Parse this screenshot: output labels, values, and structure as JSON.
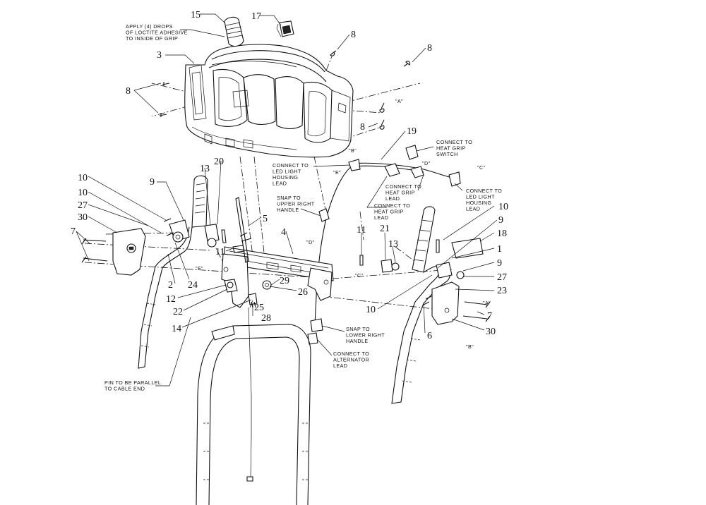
{
  "callouts": [
    {
      "id": "c15",
      "label": "15"
    },
    {
      "id": "c17",
      "label": "17"
    },
    {
      "id": "c3",
      "label": "3"
    },
    {
      "id": "c8a",
      "label": "8"
    },
    {
      "id": "c8b",
      "label": "8"
    },
    {
      "id": "c8c",
      "label": "8"
    },
    {
      "id": "c8d",
      "label": "8"
    },
    {
      "id": "c19",
      "label": "19"
    },
    {
      "id": "c10a",
      "label": "10"
    },
    {
      "id": "c10b",
      "label": "10"
    },
    {
      "id": "c9a",
      "label": "9"
    },
    {
      "id": "c13a",
      "label": "13"
    },
    {
      "id": "c20",
      "label": "20"
    },
    {
      "id": "c27a",
      "label": "27"
    },
    {
      "id": "c30a",
      "label": "30"
    },
    {
      "id": "c7a",
      "label": "7"
    },
    {
      "id": "c5",
      "label": "5"
    },
    {
      "id": "c4",
      "label": "4"
    },
    {
      "id": "c11a",
      "label": "11"
    },
    {
      "id": "c11b",
      "label": "11"
    },
    {
      "id": "c21",
      "label": "21"
    },
    {
      "id": "c13b",
      "label": "13"
    },
    {
      "id": "c10c",
      "label": "10"
    },
    {
      "id": "c9b",
      "label": "9"
    },
    {
      "id": "c18",
      "label": "18"
    },
    {
      "id": "c1",
      "label": "1"
    },
    {
      "id": "c9c",
      "label": "9"
    },
    {
      "id": "c27b",
      "label": "27"
    },
    {
      "id": "c23",
      "label": "23"
    },
    {
      "id": "c2",
      "label": "2"
    },
    {
      "id": "c24",
      "label": "24"
    },
    {
      "id": "c29",
      "label": "29"
    },
    {
      "id": "c26",
      "label": "26"
    },
    {
      "id": "c12",
      "label": "12"
    },
    {
      "id": "c25",
      "label": "25"
    },
    {
      "id": "c22",
      "label": "22"
    },
    {
      "id": "c28",
      "label": "28"
    },
    {
      "id": "c14",
      "label": "14"
    },
    {
      "id": "c10d",
      "label": "10"
    },
    {
      "id": "c6",
      "label": "6"
    },
    {
      "id": "c7b",
      "label": "7"
    },
    {
      "id": "c30b",
      "label": "30"
    }
  ],
  "refs": {
    "A1": "\"A\"",
    "A2": "\"A\"",
    "B1": "\"B\"",
    "B2": "\"B\"",
    "C1": "\"C\"",
    "C2": "\"C\"",
    "D1": "\"D\"",
    "D2": "\"D\"",
    "E1": "\"E\"",
    "E2": "\"E\""
  },
  "notes": {
    "loctite": [
      "APPLY (4) DROPS",
      "OF LOCTITE ADHESIVE",
      "TO INSIDE OF GRIP"
    ],
    "led_lead_1": [
      "CONNECT TO",
      "LED LIGHT",
      "HOUSING",
      "LEAD"
    ],
    "heat_switch": [
      "CONNECT TO",
      "HEAT GRIP",
      "SWITCH"
    ],
    "led_lead_2": [
      "CONNECT TO",
      "LED LIGHT",
      "HOUSING",
      "LEAD"
    ],
    "heat_lead_1": [
      "CONNECT TO",
      "HEAT GRIP",
      "LEAD"
    ],
    "heat_lead_2": [
      "CONNECT TO",
      "HEAT GRIP",
      "LEAD"
    ],
    "snap_upper": [
      "SNAP TO",
      "UPPER RIGHT",
      "HANDLE"
    ],
    "snap_lower": [
      "SNAP TO",
      "LOWER RIGHT",
      "HANDLE"
    ],
    "alternator": [
      "CONNECT TO",
      "ALTERNATOR",
      "LEAD"
    ],
    "pin_parallel": [
      "PIN TO BE PARALLEL",
      "TO CABLE END"
    ]
  }
}
